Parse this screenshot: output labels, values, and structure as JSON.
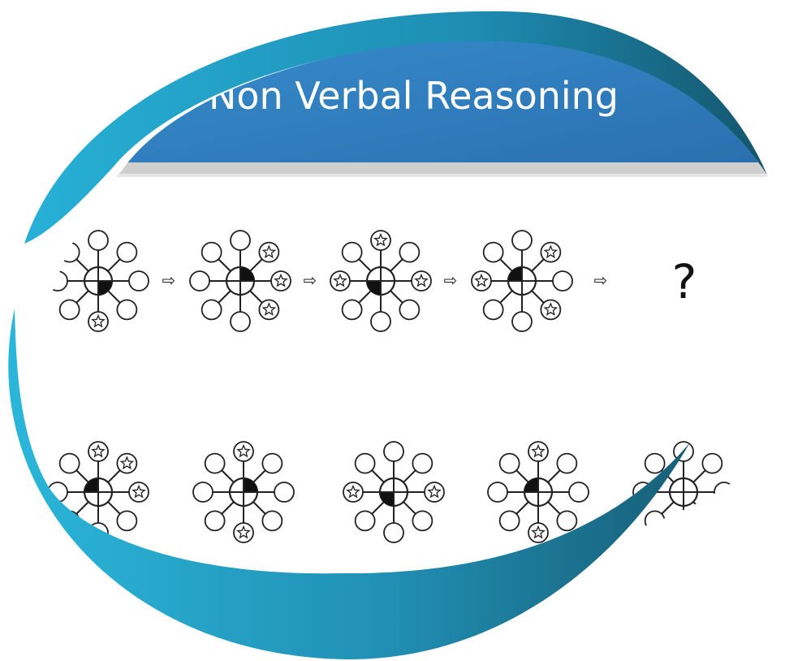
{
  "header": {
    "title": "Non Verbal Reasoning",
    "background_color": "#3a8fd0",
    "gradient_end": "#2a6fae"
  },
  "puzzle": {
    "question_mark": "?",
    "arrow_glyph": "⇨",
    "sequence_row": [
      {
        "filled_quadrant": "bottom-right",
        "star_positions": [
          "S"
        ]
      },
      {
        "filled_quadrant": "top-right",
        "star_positions": [
          "NE",
          "E",
          "SE"
        ]
      },
      {
        "filled_quadrant": "bottom-left",
        "star_positions": [
          "N",
          "W",
          "E"
        ]
      },
      {
        "filled_quadrant": "top-left",
        "star_positions": [
          "NE",
          "W",
          "SE"
        ]
      }
    ],
    "answer_row": [
      {
        "filled_quadrant": "top-left",
        "star_positions": [
          "N",
          "NE",
          "E"
        ]
      },
      {
        "filled_quadrant": "top-right",
        "star_positions": [
          "N",
          "S"
        ]
      },
      {
        "filled_quadrant": "bottom-left",
        "star_positions": [
          "W",
          "E"
        ]
      },
      {
        "filled_quadrant": "top-left",
        "star_positions": [
          "N",
          "S"
        ]
      }
    ]
  },
  "frame": {
    "accent_light": "#29b4d8",
    "accent_dark": "#1a6f8f"
  }
}
